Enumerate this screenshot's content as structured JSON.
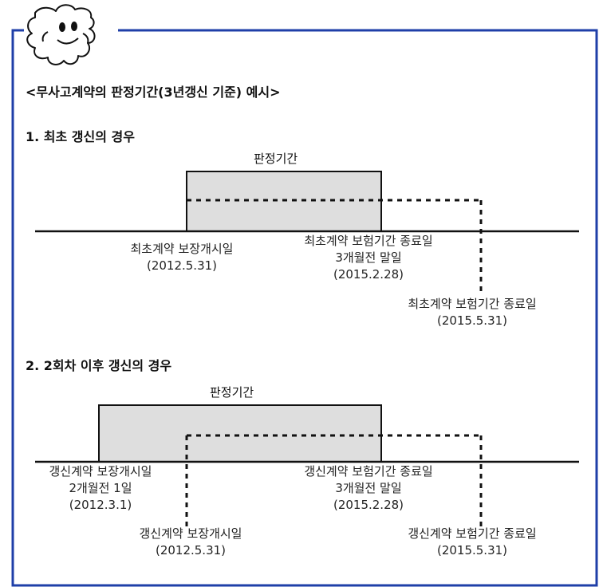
{
  "title": "<무사고계약의 판정기간(3년갱신 기준) 예시>",
  "mascot_icon": "puzzle-mascot-icon",
  "colors": {
    "frame": "#1f3fa8",
    "box_fill": "#dedede",
    "line": "#111111"
  },
  "case1": {
    "heading": "1. 최초 갱신의 경우",
    "period_label": "판정기간",
    "start_label": {
      "line1": "최초계약 보장개시일",
      "line2": "(2012.5.31)"
    },
    "cutoff_label": {
      "line1": "최초계약 보험기간 종료일",
      "line2": "3개월전 말일",
      "line3": "(2015.2.28)"
    },
    "end_label": {
      "line1": "최초계약 보험기간 종료일",
      "line2": "(2015.5.31)"
    }
  },
  "case2": {
    "heading": "2. 2회차 이후 갱신의 경우",
    "period_label": "판정기간",
    "start_label": {
      "line1": "갱신계약 보장개시일",
      "line2": "2개월전 1일",
      "line3": "(2012.3.1)"
    },
    "renewal_start_label": {
      "line1": "갱신계약 보장개시일",
      "line2": "(2012.5.31)"
    },
    "cutoff_label": {
      "line1": "갱신계약 보험기간 종료일",
      "line2": "3개월전 말일",
      "line3": "(2015.2.28)"
    },
    "end_label": {
      "line1": "갱신계약 보험기간 종료일",
      "line2": "(2015.5.31)"
    }
  }
}
